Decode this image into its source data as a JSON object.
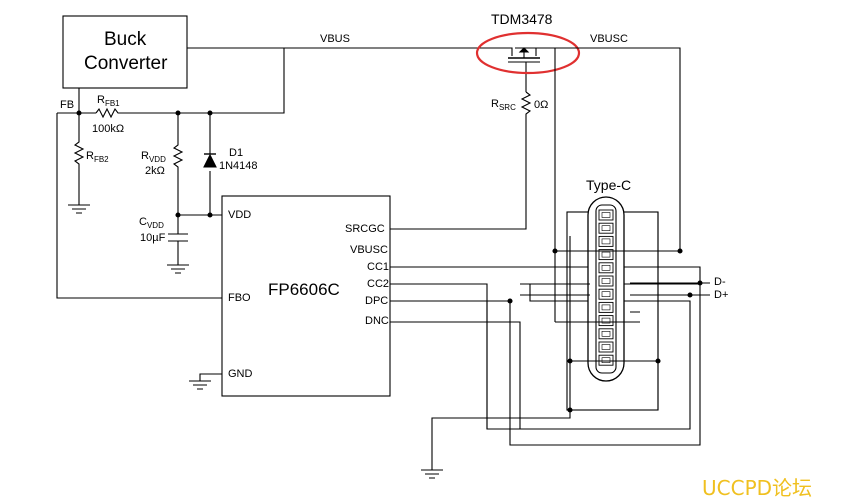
{
  "buck": {
    "line1": "Buck",
    "line2": "Converter"
  },
  "nets": {
    "vbus": "VBUS",
    "vbusc": "VBUSC",
    "fb": "FB"
  },
  "mosfet": {
    "name": "TDM3478"
  },
  "rfb1": {
    "ref": "R",
    "sub": "FB1",
    "value": "100kΩ"
  },
  "rfb2": {
    "ref": "R",
    "sub": "FB2"
  },
  "rvdd": {
    "ref": "R",
    "sub": "VDD",
    "value": "2kΩ"
  },
  "d1": {
    "ref": "D1",
    "value": "1N4148"
  },
  "cvdd": {
    "ref": "C",
    "sub": "VDD",
    "value": "10µF"
  },
  "rsrc": {
    "ref": "R",
    "sub": "SRC",
    "value": "0Ω"
  },
  "ic": {
    "name": "FP6606C",
    "pins_left": {
      "vdd": "VDD",
      "fbo": "FBO",
      "gnd": "GND"
    },
    "pins_right": {
      "srcgc": "SRCGC",
      "vbusc": "VBUSC",
      "cc1": "CC1",
      "cc2": "CC2",
      "dpc": "DPC",
      "dnc": "DNC"
    }
  },
  "connector": {
    "name": "Type-C",
    "dminus": "D-",
    "dplus": "D+"
  },
  "watermark": "UCCPD论坛",
  "colors": {
    "highlight": "#e03030",
    "watermark": "#f0c020"
  }
}
